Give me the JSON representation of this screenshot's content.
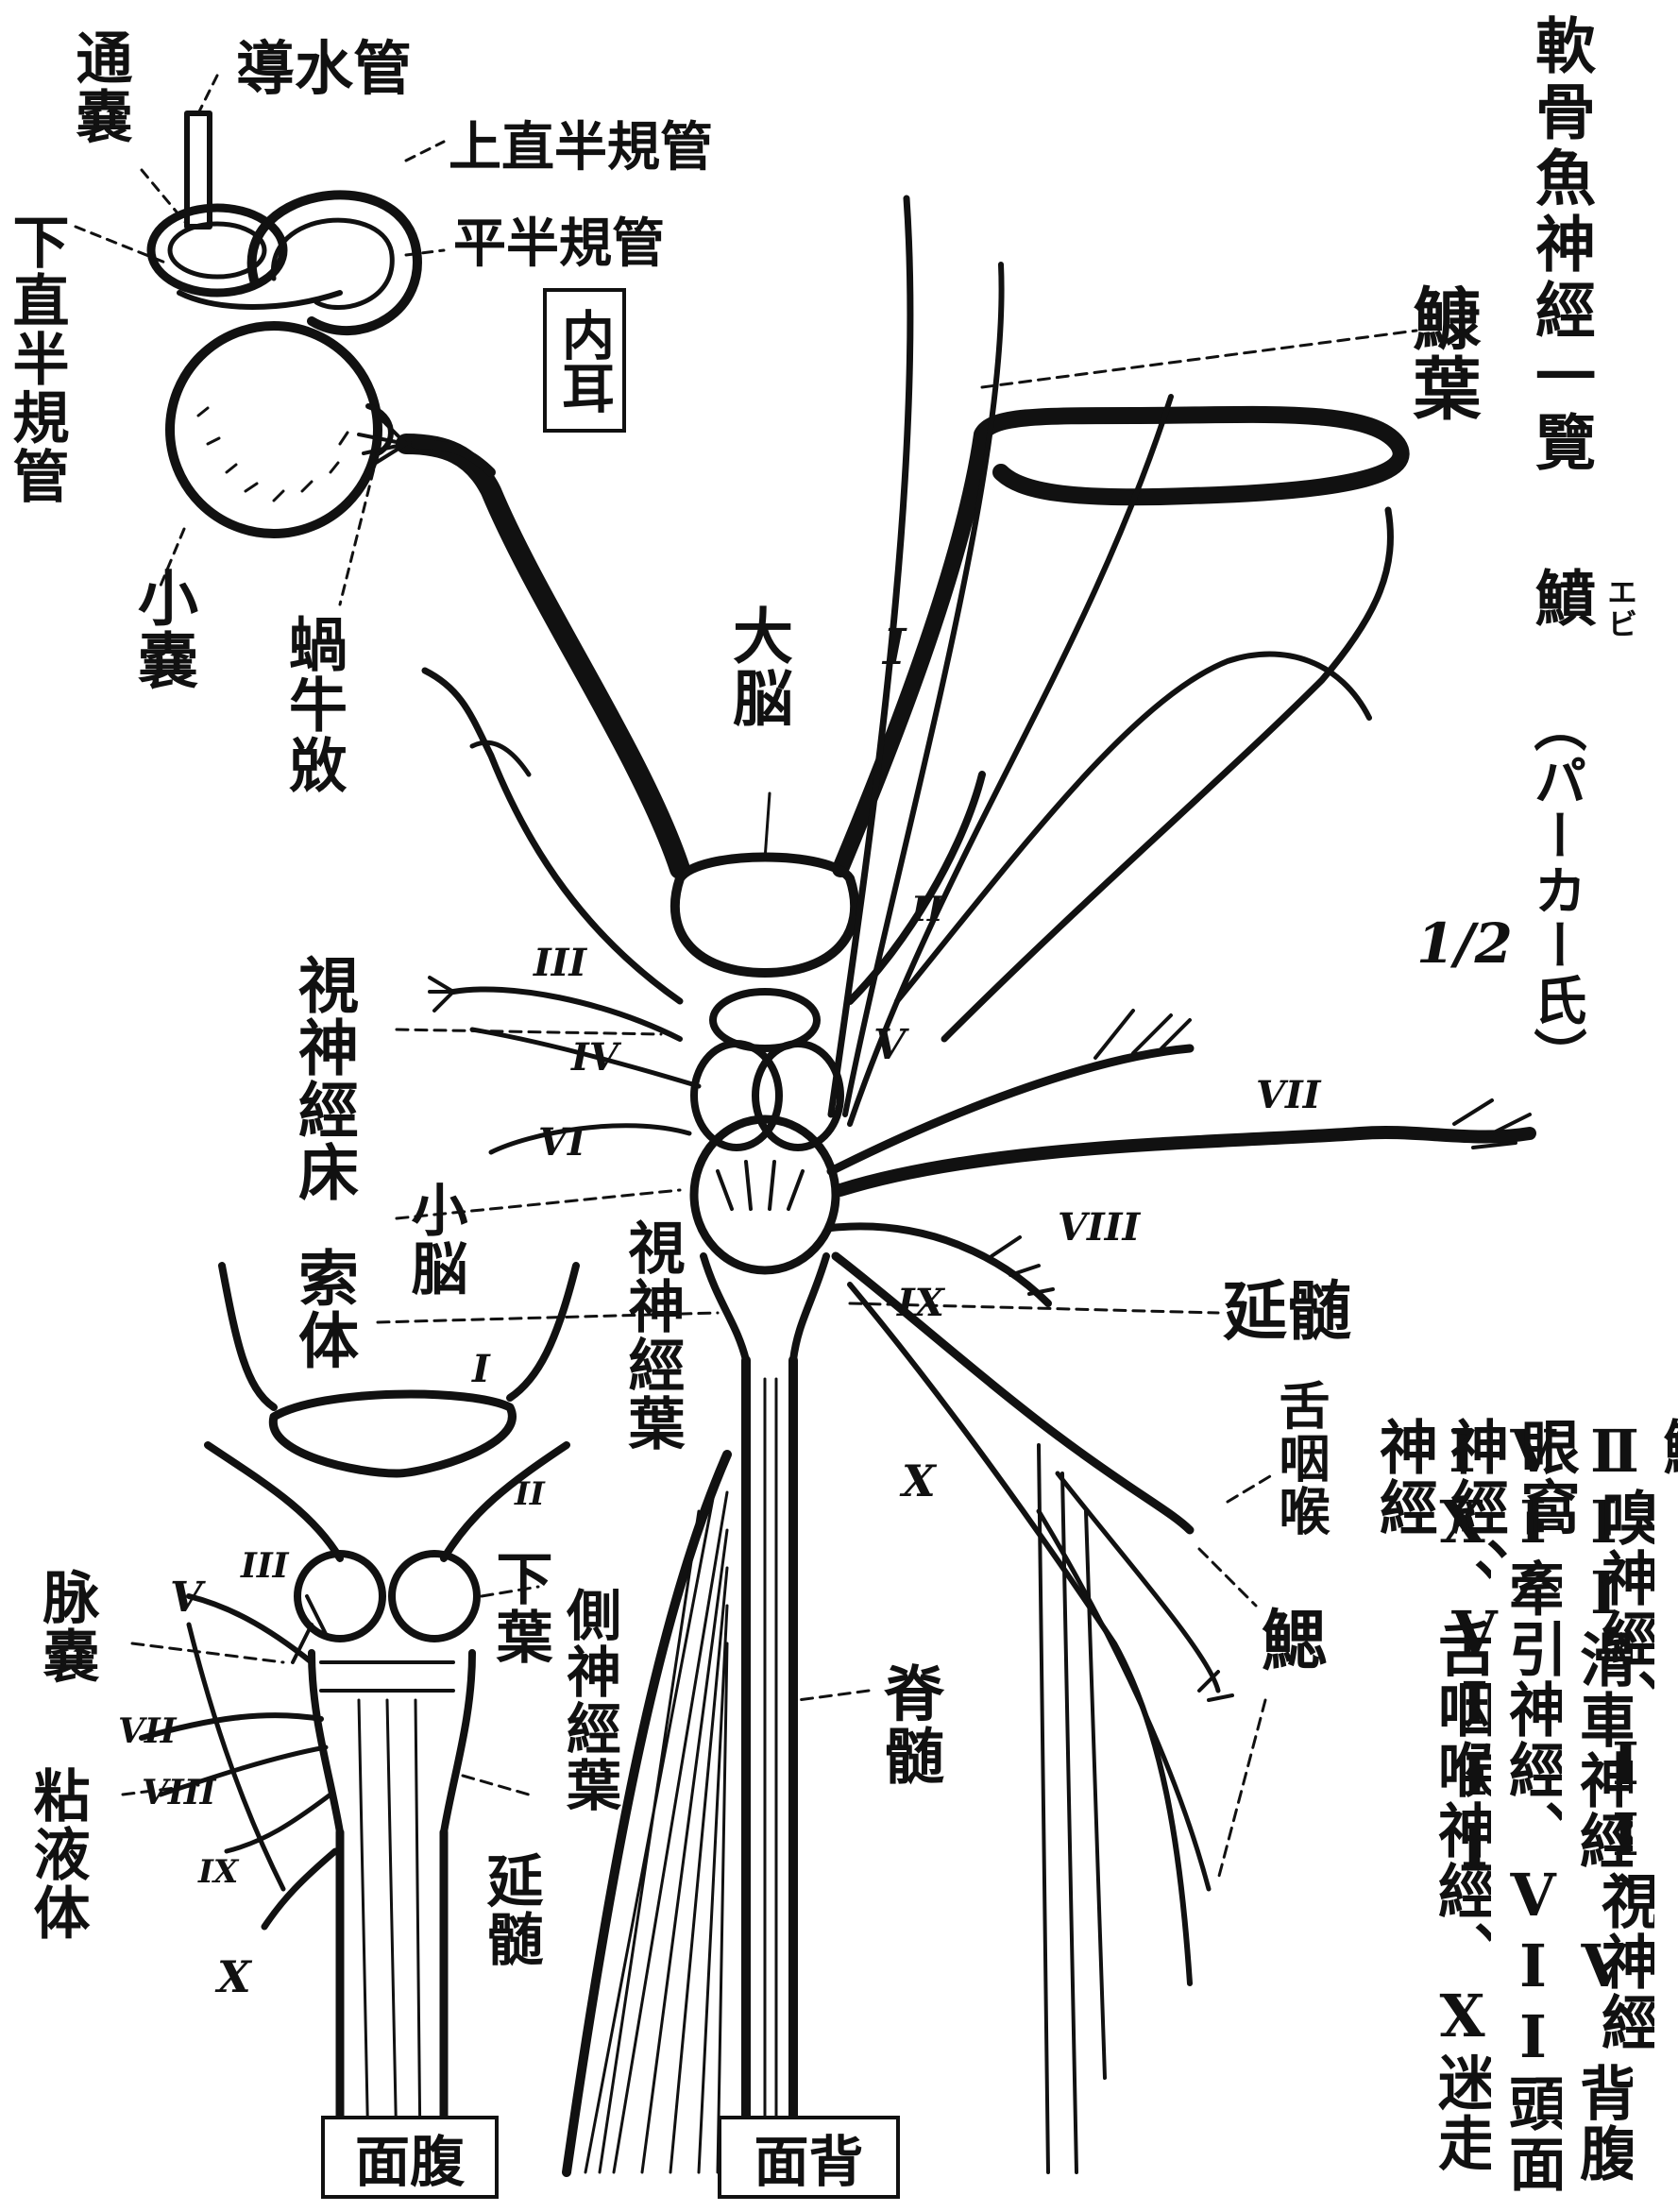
{
  "title": "軟骨魚神經一覽",
  "species": "鱝",
  "species_ruby": "エビ",
  "source": "（パーカー氏）",
  "scale": "1/2",
  "inner_ear": {
    "box_label": "内耳",
    "endolymph_duct": "導水管",
    "sac": "通嚢",
    "anterior_canal": "上直半規管",
    "horizontal_canal": "平半規管",
    "posterior_canal": "下直半規管",
    "saccule": "小嚢",
    "cochlea": "蝸牛敚"
  },
  "dorsal_view": {
    "caption": "面背",
    "olfactory_lobe": "鱇葉",
    "cerebrum": "大脳",
    "optic_thalamus": "視神經床",
    "cerebellum": "小脳",
    "restiform_body": "索体",
    "optic_lobe": "視神經葉",
    "medulla": "延髄",
    "glossopharyngeal": "舌咽喉",
    "gills": "鰓",
    "spinal_cord": "脊髄"
  },
  "ventral_view": {
    "caption": "面腹",
    "choroid_plexus": "脉嚢",
    "mucus_body": "粘液体",
    "inferior_lobe": "下葉",
    "lateral_lobe": "側神經葉",
    "medulla": "延髄"
  },
  "roman": {
    "I": "I",
    "II": "II",
    "III": "III",
    "IV": "IV",
    "V": "V",
    "VI": "VI",
    "VII": "VII",
    "VIII": "VIII",
    "IX": "IX",
    "X": "X"
  },
  "legend_columns": [
    "IX、舌咽喉神經、X迷走神經",
    "VI牽引神經、VII頭面神經、VIII",
    "III滑車神經、V、背腹眼窩",
    "I嗅神經、II視神經",
    "鰓"
  ]
}
